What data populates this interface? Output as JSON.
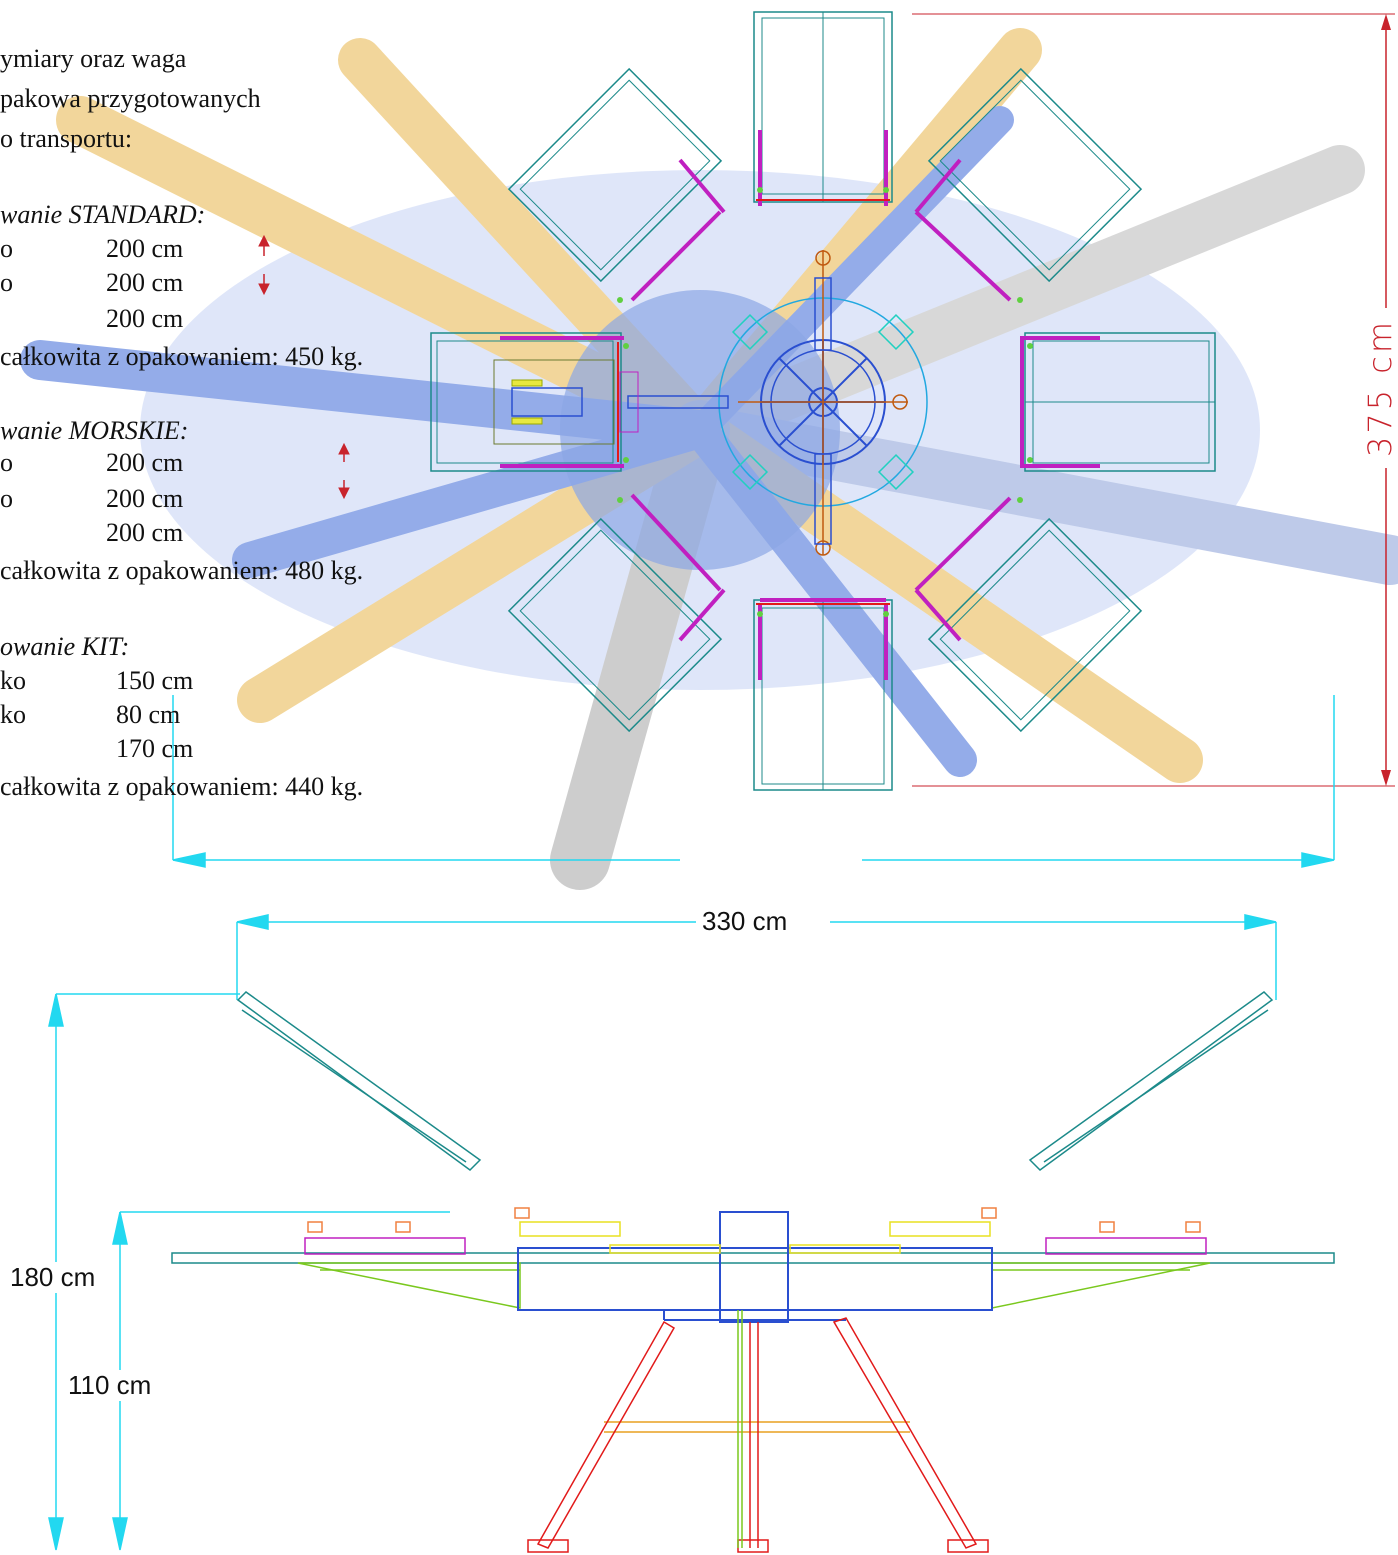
{
  "spec": {
    "heading": [
      "ymiary oraz waga",
      "pakowa   przygotowanych",
      "o transportu:"
    ],
    "standard": {
      "title": "wanie STANDARD:",
      "rows": [
        {
          "label": "o",
          "value": "200  cm"
        },
        {
          "label": "o",
          "value": "200  cm"
        },
        {
          "label": "",
          "value": "200  cm"
        }
      ],
      "weight": "całkowita z opakowaniem: 450 kg."
    },
    "morskie": {
      "title": "wanie MORSKIE:",
      "rows": [
        {
          "label": "o",
          "value": "200  cm"
        },
        {
          "label": "o",
          "value": "200  cm"
        },
        {
          "label": "",
          "value": "200  cm"
        }
      ],
      "weight": "całkowita z opakowaniem: 480 kg."
    },
    "kit": {
      "title": "owanie KIT:",
      "rows": [
        {
          "label": "ko",
          "value": "150  cm"
        },
        {
          "label": "ko",
          "value": "80 cm"
        },
        {
          "label": "",
          "value": "170  cm"
        }
      ],
      "weight": "całkowita z opakowaniem: 440 kg."
    }
  },
  "dimensions": {
    "top_height": "375 cm",
    "width": "330 cm",
    "total_height": "180 cm",
    "table_height": "110 cm"
  },
  "colors": {
    "photo_blue": "#2f5fd0",
    "photo_yellow": "#e8b64a",
    "cad_teal": "#1c8a8a",
    "cad_magenta": "#c020c0",
    "cad_red": "#e21a1a",
    "cad_green": "#7ac81e",
    "dim_cyan": "#22d8f0",
    "dim_red": "#c8232c"
  }
}
